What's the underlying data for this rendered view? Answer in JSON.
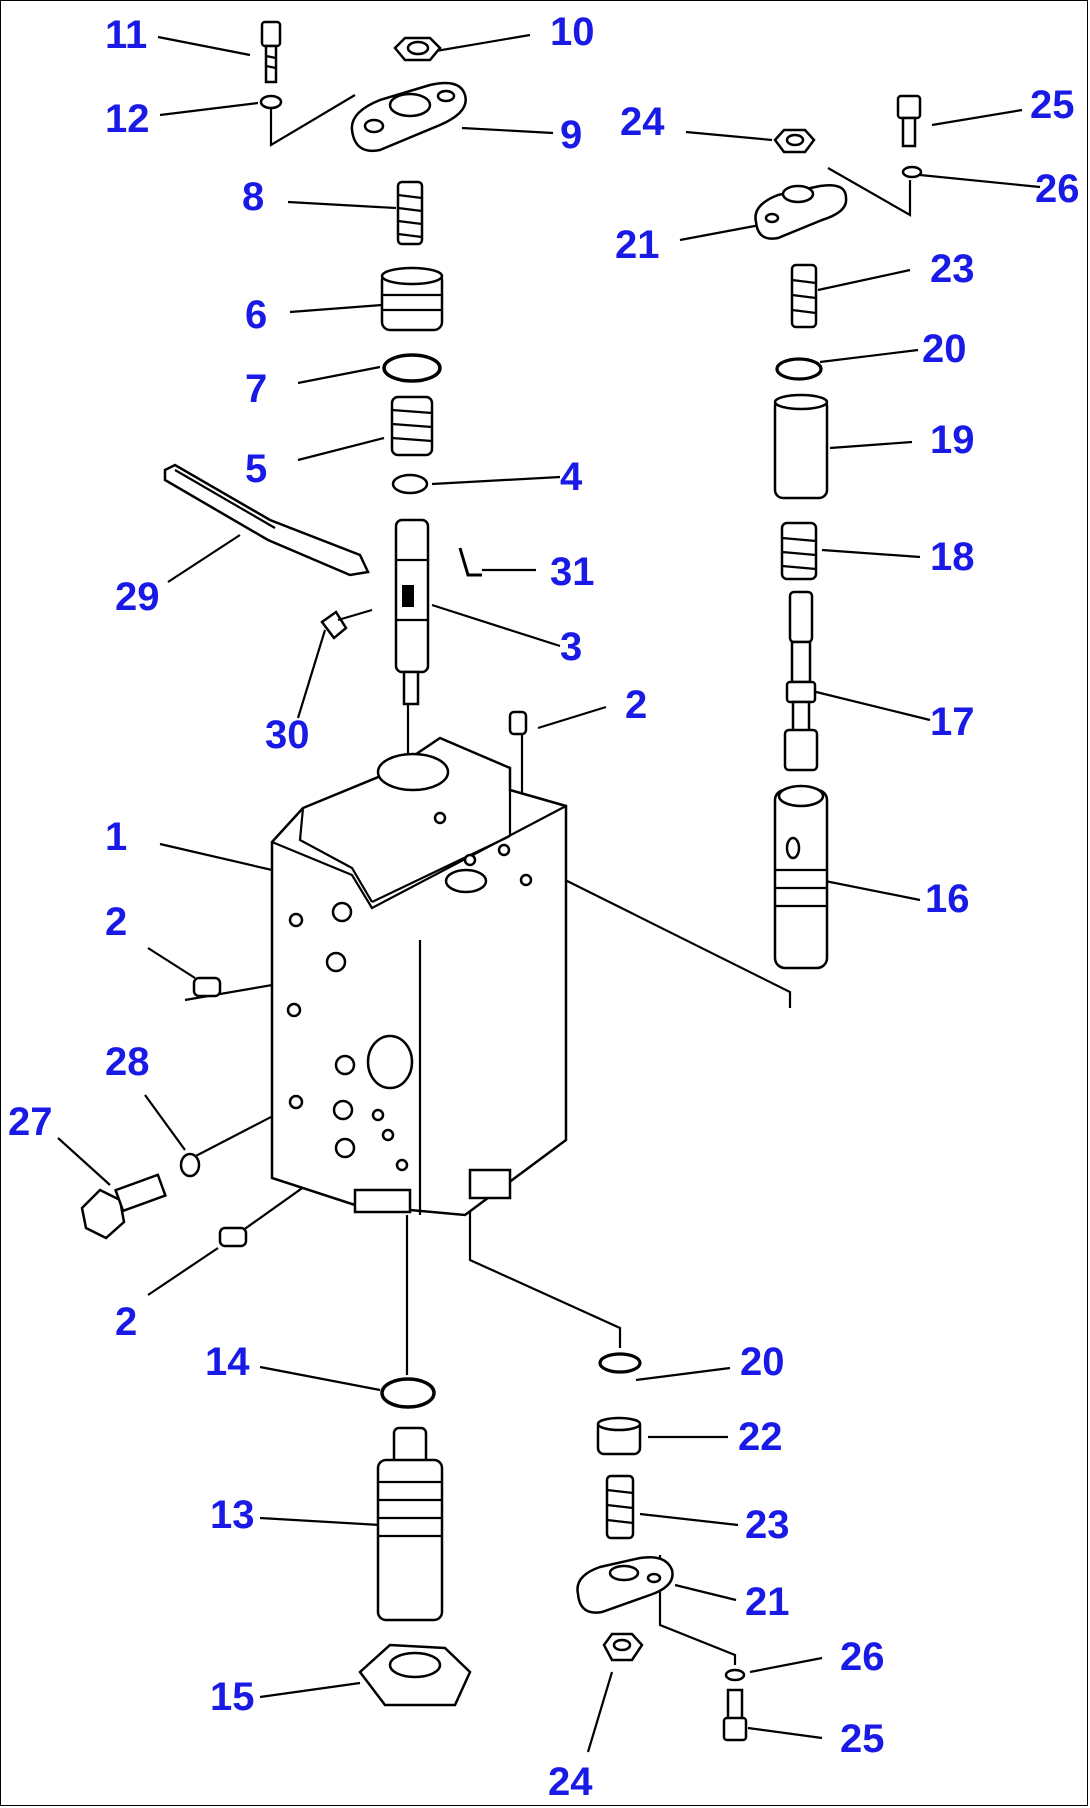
{
  "diagram": {
    "type": "exploded-parts-view",
    "label_color": "#1a1ae6",
    "labels": [
      {
        "id": "lbl-11",
        "text": "11"
      },
      {
        "id": "lbl-10",
        "text": "10"
      },
      {
        "id": "lbl-12",
        "text": "12"
      },
      {
        "id": "lbl-9",
        "text": "9"
      },
      {
        "id": "lbl-8",
        "text": "8"
      },
      {
        "id": "lbl-6",
        "text": "6"
      },
      {
        "id": "lbl-7",
        "text": "7"
      },
      {
        "id": "lbl-5",
        "text": "5"
      },
      {
        "id": "lbl-4",
        "text": "4"
      },
      {
        "id": "lbl-29",
        "text": "29"
      },
      {
        "id": "lbl-31",
        "text": "31"
      },
      {
        "id": "lbl-3",
        "text": "3"
      },
      {
        "id": "lbl-30",
        "text": "30"
      },
      {
        "id": "lbl-2a",
        "text": "2"
      },
      {
        "id": "lbl-1",
        "text": "1"
      },
      {
        "id": "lbl-2b",
        "text": "2"
      },
      {
        "id": "lbl-28",
        "text": "28"
      },
      {
        "id": "lbl-27",
        "text": "27"
      },
      {
        "id": "lbl-2c",
        "text": "2"
      },
      {
        "id": "lbl-14",
        "text": "14"
      },
      {
        "id": "lbl-13",
        "text": "13"
      },
      {
        "id": "lbl-15",
        "text": "15"
      },
      {
        "id": "lbl-24a",
        "text": "24"
      },
      {
        "id": "lbl-25a",
        "text": "25"
      },
      {
        "id": "lbl-26a",
        "text": "26"
      },
      {
        "id": "lbl-21a",
        "text": "21"
      },
      {
        "id": "lbl-23a",
        "text": "23"
      },
      {
        "id": "lbl-20a",
        "text": "20"
      },
      {
        "id": "lbl-19",
        "text": "19"
      },
      {
        "id": "lbl-18",
        "text": "18"
      },
      {
        "id": "lbl-17",
        "text": "17"
      },
      {
        "id": "lbl-16",
        "text": "16"
      },
      {
        "id": "lbl-20b",
        "text": "20"
      },
      {
        "id": "lbl-22",
        "text": "22"
      },
      {
        "id": "lbl-23b",
        "text": "23"
      },
      {
        "id": "lbl-21b",
        "text": "21"
      },
      {
        "id": "lbl-26b",
        "text": "26"
      },
      {
        "id": "lbl-25b",
        "text": "25"
      },
      {
        "id": "lbl-24b",
        "text": "24"
      }
    ]
  }
}
